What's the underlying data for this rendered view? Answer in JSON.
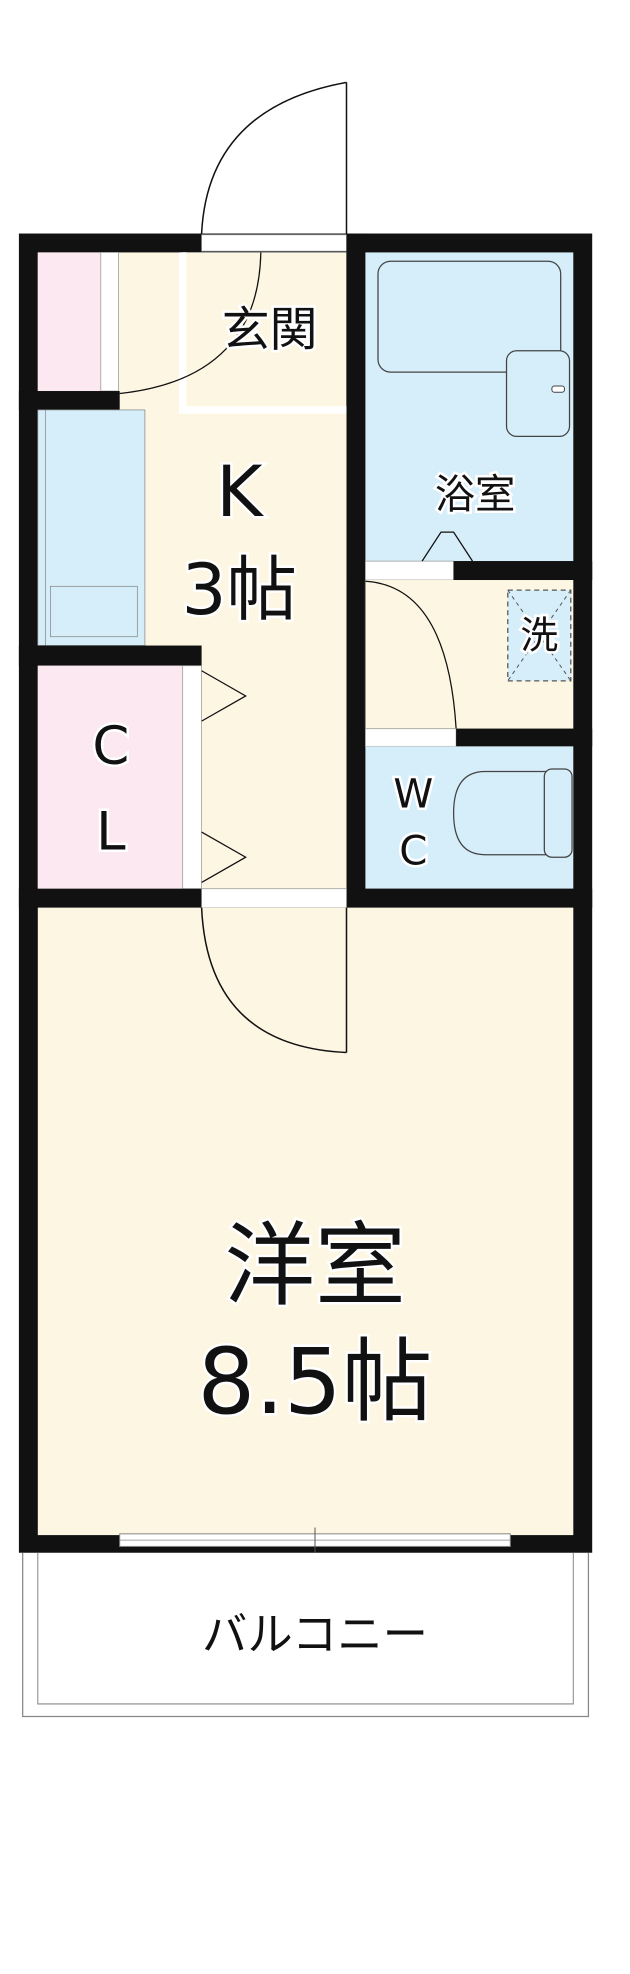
{
  "colors": {
    "wall": "#111111",
    "floor": "#fdf6e3",
    "wet": "#d6eefa",
    "closet": "#fce8f0",
    "background": "#ffffff"
  },
  "rooms": {
    "entrance": "玄関",
    "kitchen_name": "K",
    "kitchen_size": "3帖",
    "bath": "浴室",
    "laundry": "洗",
    "closet_line1": "C",
    "closet_line2": "L",
    "toilet_line1": "W",
    "toilet_line2": "C",
    "western_name": "洋室",
    "western_size": "8.5帖",
    "balcony": "バルコニー"
  }
}
